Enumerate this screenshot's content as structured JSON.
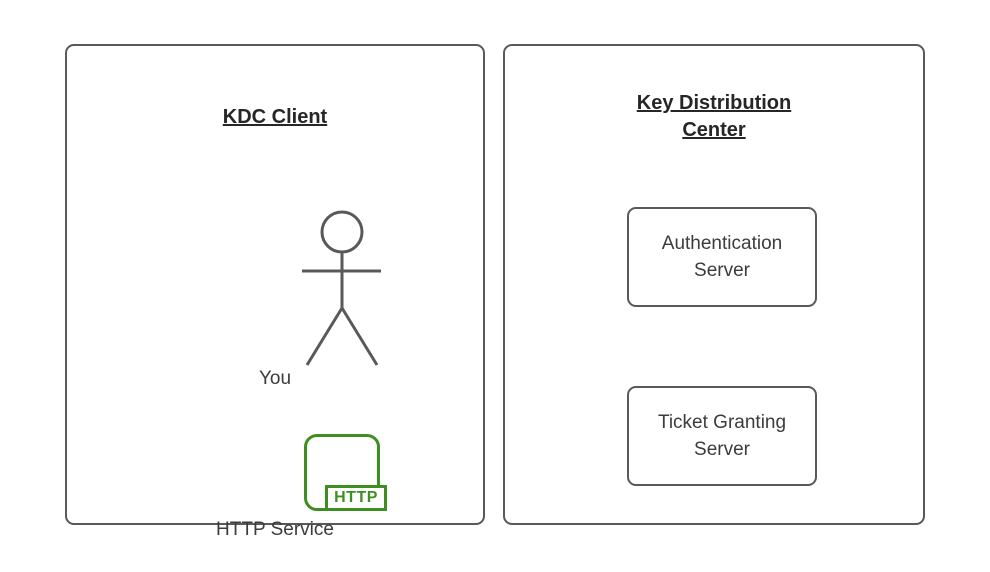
{
  "client_panel": {
    "title": "KDC Client",
    "actor_label": "You",
    "service_label": "HTTP Service",
    "service_badge_label": "HTTP"
  },
  "kdc_panel": {
    "title": "Key Distribution Center",
    "nodes": [
      {
        "label": "Authentication Server"
      },
      {
        "label": "Ticket Granting Server"
      }
    ]
  },
  "colors": {
    "panel_stroke": "#595959",
    "node_stroke": "#595959",
    "actor_stroke": "#595959",
    "http_green": "#3f8e22",
    "title_text": "#262626",
    "label_text": "#3c3c3c",
    "background": "#ffffff"
  }
}
